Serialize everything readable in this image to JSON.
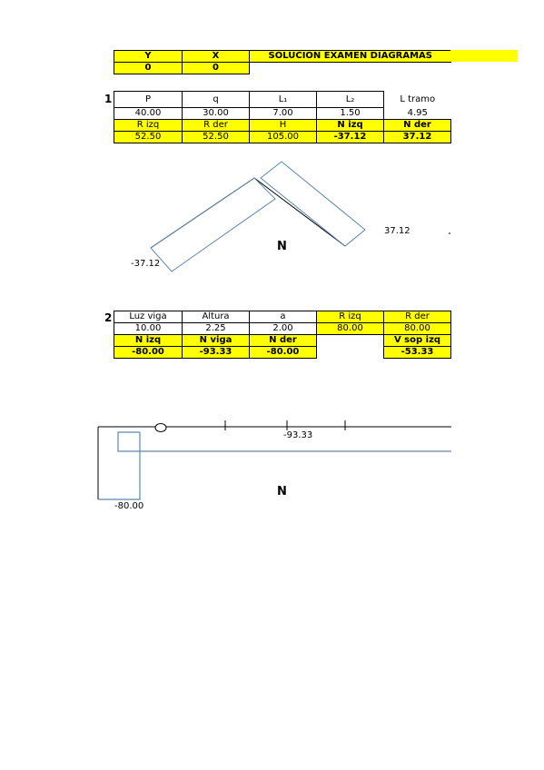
{
  "header": {
    "y_label": "Y",
    "x_label": "X",
    "title": "SOLUCIÓN EXAMEN DIAGRAMAS",
    "y_value": "0",
    "x_value": "0"
  },
  "section1": {
    "number": "1",
    "headers": [
      "P",
      "q",
      "L₁",
      "L₂",
      "L tramo"
    ],
    "values": [
      "40.00",
      "30.00",
      "7.00",
      "1.50",
      "4.95"
    ],
    "result_headers": [
      "R izq",
      "R der",
      "H",
      "N izq",
      "N der"
    ],
    "result_values": [
      "52.50",
      "52.50",
      "105.00",
      "-37.12",
      "37.12"
    ],
    "diagram": {
      "label": "N",
      "right_value": "37.12",
      "left_value": "-37.12"
    }
  },
  "section2": {
    "number": "2",
    "headers": [
      "Luz viga",
      "Altura",
      "a",
      "R izq",
      "R der"
    ],
    "values": [
      "10.00",
      "2.25",
      "2.00",
      "80.00",
      "80.00"
    ],
    "result_headers": [
      "N izq",
      "N viga",
      "N der",
      "",
      "V sop izq"
    ],
    "result_values": [
      "-80.00",
      "-93.33",
      "-80.00",
      "",
      "-53.33"
    ],
    "diagram": {
      "label": "N",
      "beam_value": "-93.33",
      "column_value": "-80.00"
    }
  },
  "colors": {
    "highlight": "#ffff00",
    "diagram_line": "#5b87b0",
    "structure_line": "#000000"
  }
}
